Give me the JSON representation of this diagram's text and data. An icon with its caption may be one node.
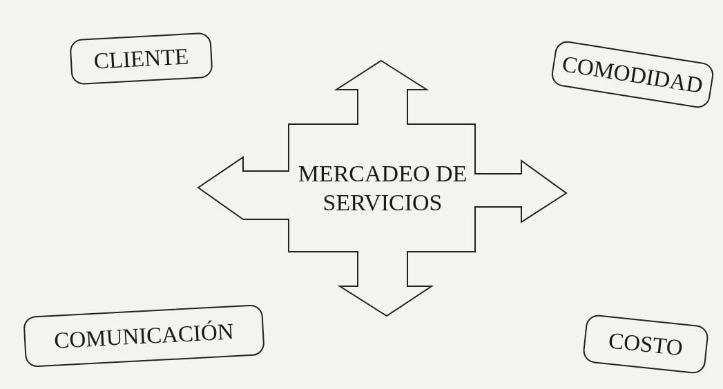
{
  "diagram": {
    "nodes": [
      {
        "text": [
          "MERCADEO DE SERVICIOS"
        ]
      },
      {
        "text": [
          "CLIENTE"
        ]
      },
      {
        "text": [
          "COMODIDAD"
        ]
      },
      {
        "text": [
          "COMUNICACIÓN"
        ]
      },
      {
        "text": [
          "COSTO"
        ]
      }
    ]
  }
}
